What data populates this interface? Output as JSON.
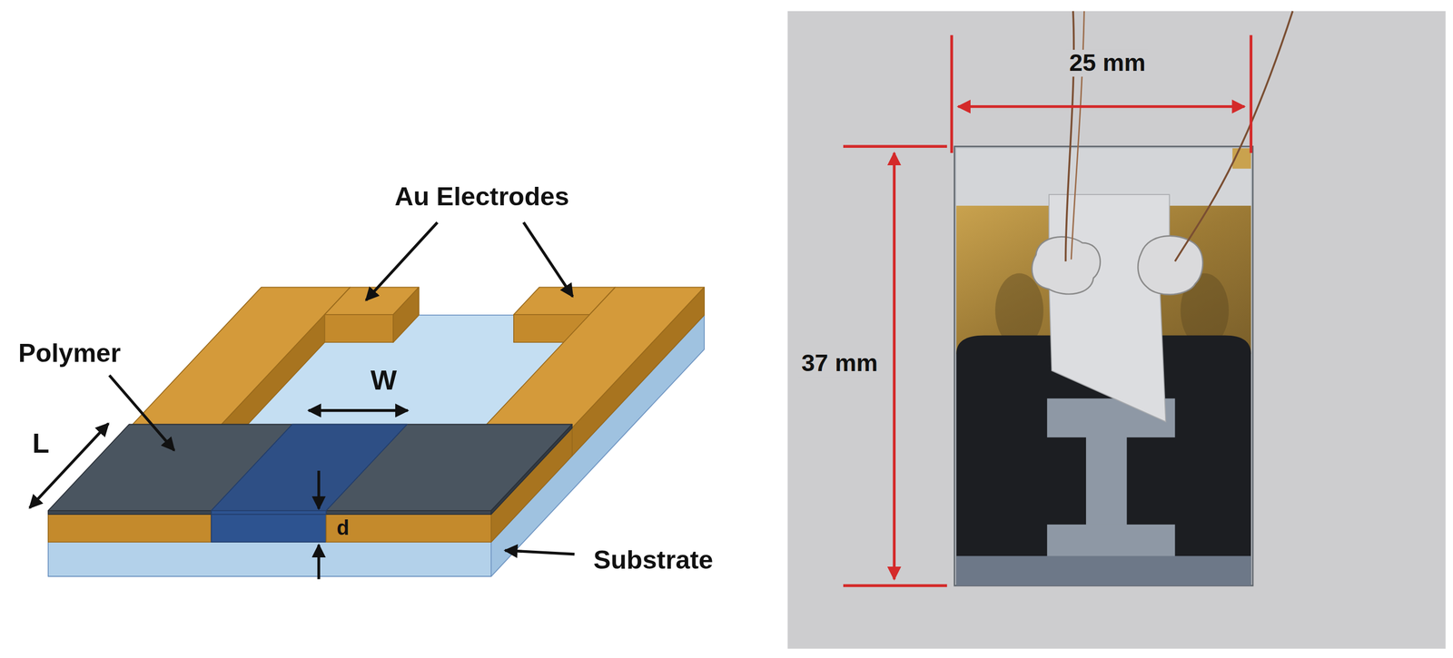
{
  "diagram": {
    "labels": [
      "Au Electrodes",
      "Polymer",
      "W",
      "L",
      "d",
      "Substrate",
      "25 mm",
      "37 mm"
    ]
  }
}
